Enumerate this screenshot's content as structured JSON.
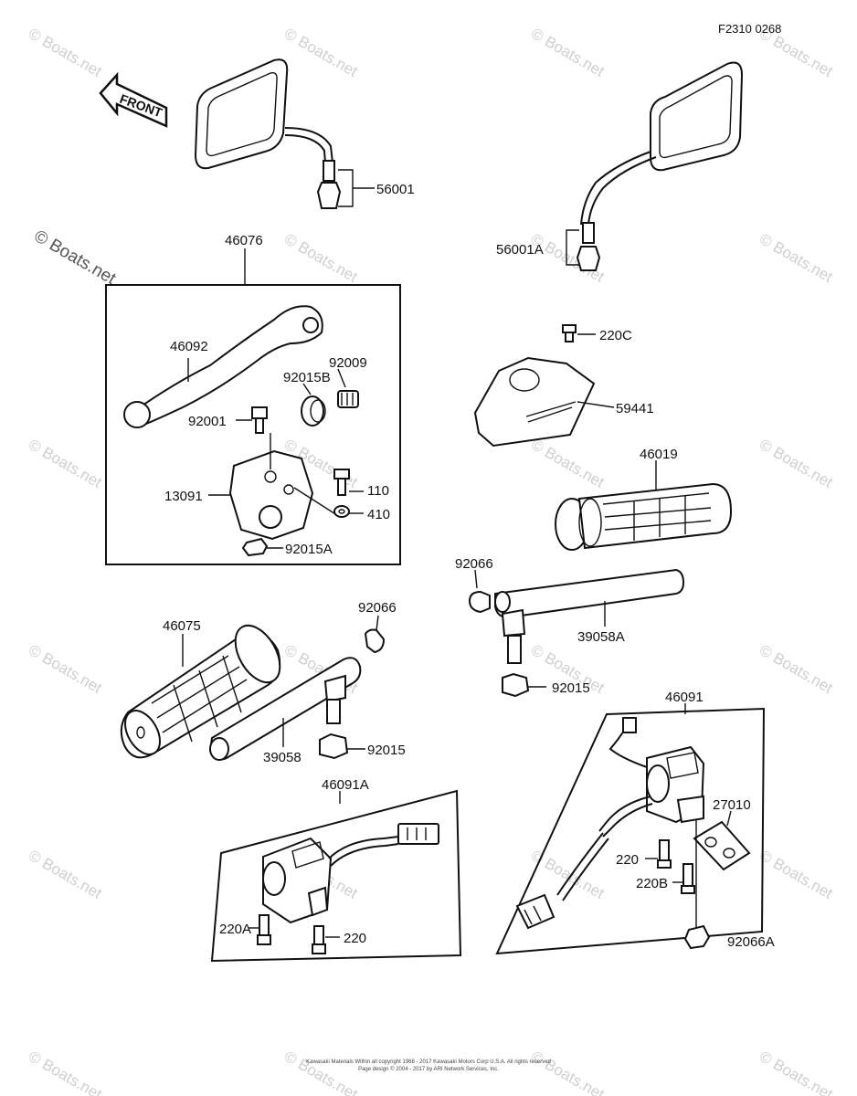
{
  "figure_code": "F2310 0268",
  "front_arrow": "FRONT",
  "watermark": "© Boats.net",
  "footer": {
    "line1": "Kawasaki Materials Within all copyright 1968 - 2017 Kawasaki Motors Corp U.S.A. All rights reserved",
    "line2": "Page design © 2004 - 2017 by ARI Network Services, Inc."
  },
  "labels": {
    "p56001": "56001",
    "p56001A": "56001A",
    "p46076": "46076",
    "p46092": "46092",
    "p92009": "92009",
    "p92015B": "92015B",
    "p92001": "92001",
    "p13091": "13091",
    "p110": "110",
    "p410": "410",
    "p92015A": "92015A",
    "p220C": "220C",
    "p59441": "59441",
    "p46019": "46019",
    "p92066_r": "92066",
    "p39058A": "39058A",
    "p92015_r": "92015",
    "p46075": "46075",
    "p92066_l": "92066",
    "p39058": "39058",
    "p92015_l": "92015",
    "p46091A": "46091A",
    "p220A": "220A",
    "p220_l": "220",
    "p46091": "46091",
    "p27010": "27010",
    "p220_r": "220",
    "p220B": "220B",
    "p92066A": "92066A"
  }
}
